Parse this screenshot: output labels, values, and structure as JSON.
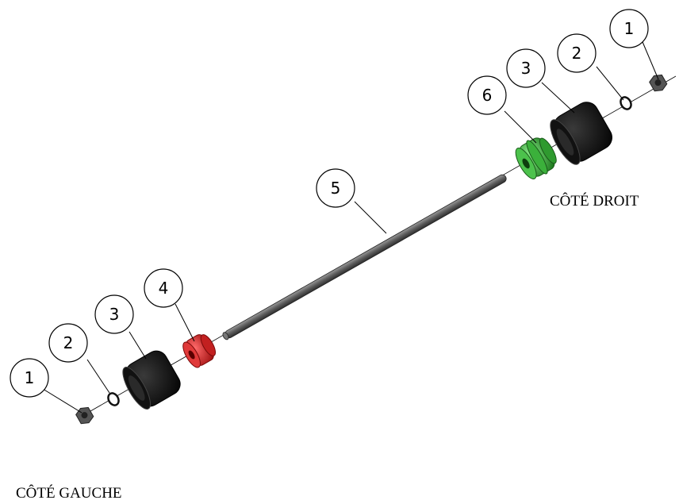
{
  "labels": {
    "right_side": "CÔTÉ DROIT",
    "left_side": "CÔTÉ GAUCHE"
  },
  "balloons": {
    "right_1": "1",
    "right_2": "2",
    "right_3": "3",
    "right_6": "6",
    "center_5": "5",
    "left_4": "4",
    "left_3": "3",
    "left_2": "2",
    "left_1": "1"
  },
  "colors": {
    "shaft": "#6b6b6b",
    "rubber_roller": "#1a1a1a",
    "bushing_left": "#d42a2a",
    "bushing_right": "#3aa83a",
    "nut": "#4a4a4a"
  }
}
